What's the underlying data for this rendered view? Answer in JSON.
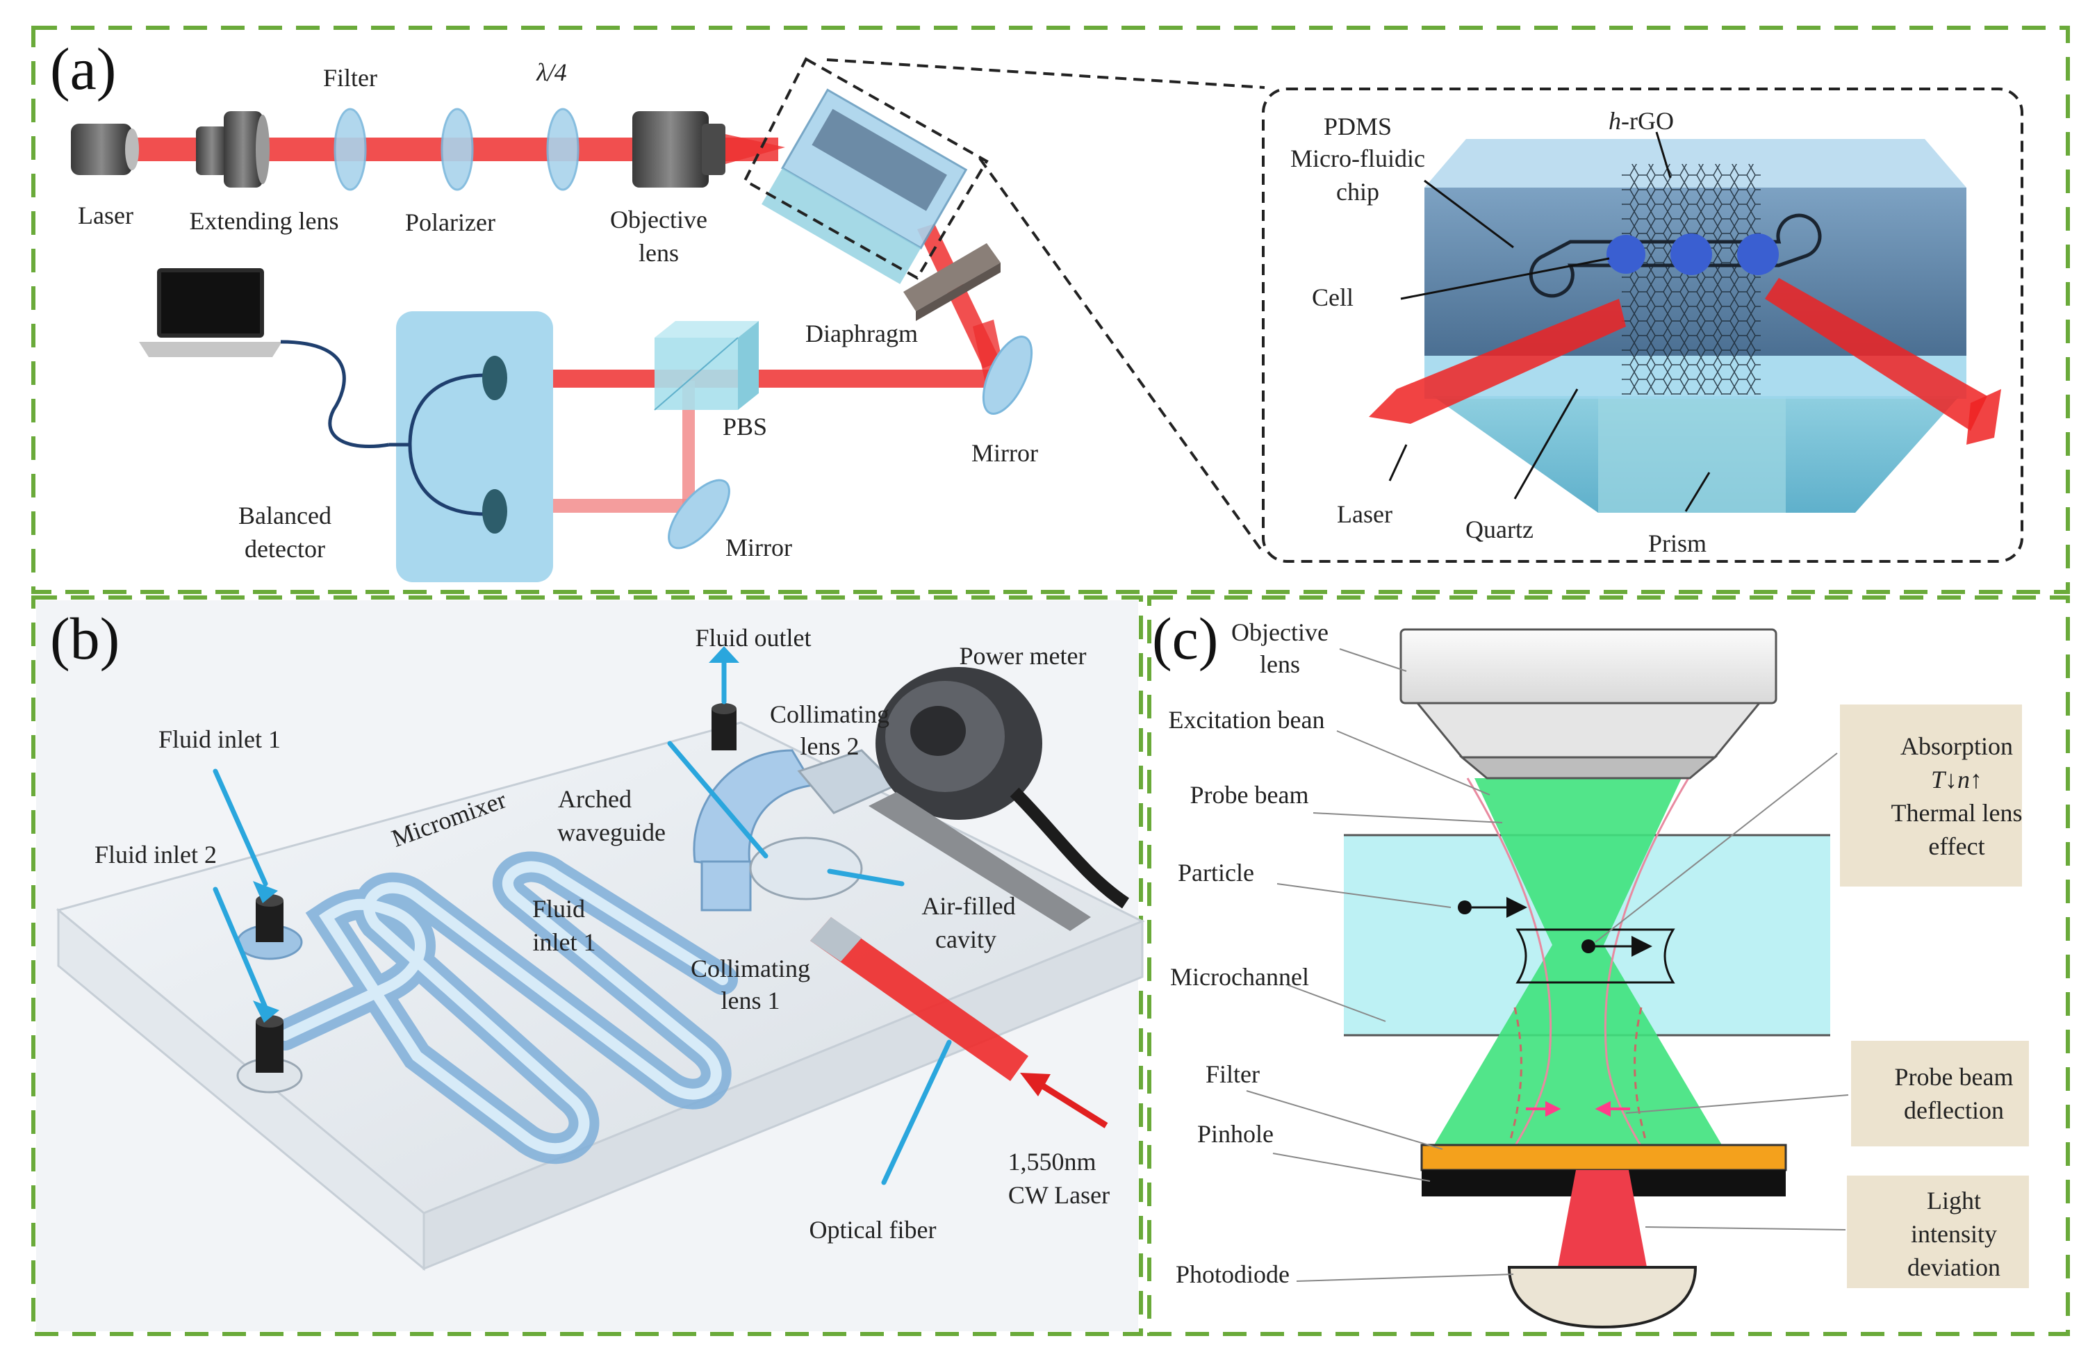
{
  "colors": {
    "panel_border": "#6aaa3a",
    "laser": "#ee2222",
    "optic_blue": "#a9d3ec",
    "fluid_blue": "#3aa6d8",
    "cyan_channel": "#bdf1f4",
    "green_beam": "#3fe27d",
    "orange_filter": "#f4a11c",
    "callout_bg": "#ece3cf"
  },
  "panel_a": {
    "label": "(a)",
    "laser": "Laser",
    "extending_lens": "Extending lens",
    "filter": "Filter",
    "polarizer": "Polarizer",
    "lambda4": "λ/4",
    "objective_l1": "Objective",
    "objective_l2": "lens",
    "diaphragm": "Diaphragm",
    "mirror_1": "Mirror",
    "pbs": "PBS",
    "mirror_2": "Mirror",
    "balanced_l1": "Balanced",
    "balanced_l2": "detector",
    "inset": {
      "pdms_l1": "PDMS",
      "pdms_l2": "Micro-fluidic",
      "pdms_l3": "chip",
      "hrgo_italic": "h",
      "hrgo_rest": "-rGO",
      "cell": "Cell",
      "laser": "Laser",
      "quartz": "Quartz",
      "prism": "Prism"
    }
  },
  "panel_b": {
    "label": "(b)",
    "fluid_outlet": "Fluid outlet",
    "power_meter": "Power meter",
    "coll2_l1": "Collimating",
    "coll2_l2": "lens 2",
    "fluid_inlet_1": "Fluid inlet 1",
    "fluid_inlet_2": "Fluid inlet 2",
    "micromixer": "Micromixer",
    "arched_l1": "Arched",
    "arched_l2": "waveguide",
    "fluid_inlet_1b_l1": "Fluid",
    "fluid_inlet_1b_l2": "inlet 1",
    "air_l1": "Air-filled",
    "air_l2": "cavity",
    "coll1_l1": "Collimating",
    "coll1_l2": "lens 1",
    "laser_l1": "1,550nm",
    "laser_l2": "CW Laser",
    "optical_fiber": "Optical fiber"
  },
  "panel_c": {
    "label": "(c)",
    "objective_l1": "Objective",
    "objective_l2": "lens",
    "excitation": "Excitation bean",
    "probe": "Probe beam",
    "particle": "Particle",
    "microchannel": "Microchannel",
    "filter": "Filter",
    "pinhole": "Pinhole",
    "photodiode": "Photodiode",
    "box1_l1": "Absorption",
    "box1_T": "T↓",
    "box1_n": "n↑",
    "box1_l3": "Thermal lens",
    "box1_l4": "effect",
    "box2_l1": "Probe beam",
    "box2_l2": "deflection",
    "box3_l1": "Light",
    "box3_l2": "intensity",
    "box3_l3": "deviation"
  }
}
